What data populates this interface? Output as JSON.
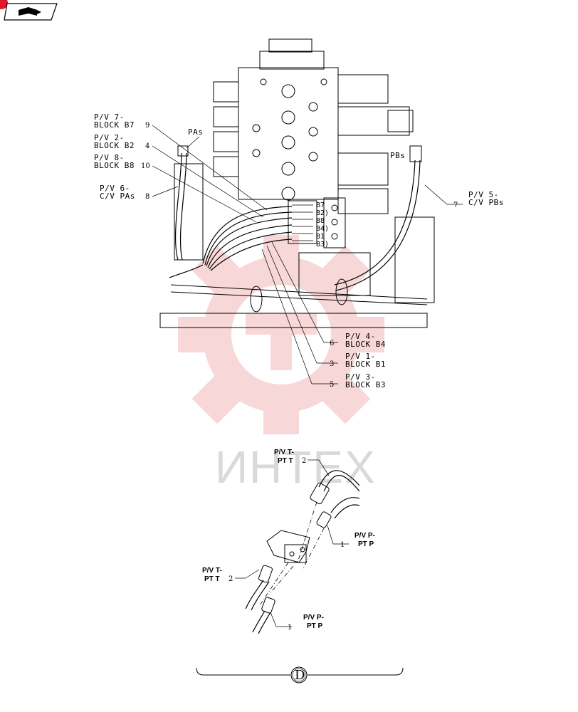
{
  "header": {
    "nav_icon": "book-arrow-icon",
    "corner_color": "#e0192a"
  },
  "watermark": {
    "text": "ИНТЕХ",
    "color": "#f2b8b8"
  },
  "top_callouts": {
    "pv7": {
      "line1": "P/V 7-",
      "line2": "BLOCK B7",
      "number": "9"
    },
    "pv2": {
      "line1": "P/V 2-",
      "line2": "BLOCK B2",
      "number": "4"
    },
    "pv8": {
      "line1": "P/V 8-",
      "line2": "BLOCK B8",
      "number": "10"
    },
    "pv6": {
      "line1": "P/V 6-",
      "line2": "C/V PAs",
      "number": "8"
    },
    "pv5": {
      "line1": "P/V 5-",
      "line2": "C/V PBs",
      "number": "7"
    },
    "pv4": {
      "line1": "P/V 4-",
      "line2": "BLOCK B4",
      "number": "6"
    },
    "pv1": {
      "line1": "P/V 1-",
      "line2": "BLOCK B1",
      "number": "3"
    },
    "pv3": {
      "line1": "P/V 3-",
      "line2": "BLOCK B3",
      "number": "5"
    }
  },
  "ports": {
    "pas": "PAs",
    "pbs": "PBs",
    "block_ports": [
      "B7",
      "B2)",
      "B8",
      "B4)",
      "B1",
      "B3)"
    ]
  },
  "bottom_callouts": {
    "ptt_upper": {
      "line1": "P/V T-",
      "line2": "PT T",
      "number": "2"
    },
    "ptp_upper": {
      "line1": "P/V P-",
      "line2": "PT P",
      "number": "1"
    },
    "ptt_lower": {
      "line1": "P/V T-",
      "line2": "PT T",
      "number": "2"
    },
    "ptp_lower": {
      "line1": "P/V P-",
      "line2": "PT P",
      "number": "1"
    }
  },
  "view_marker": {
    "letter": "D"
  }
}
